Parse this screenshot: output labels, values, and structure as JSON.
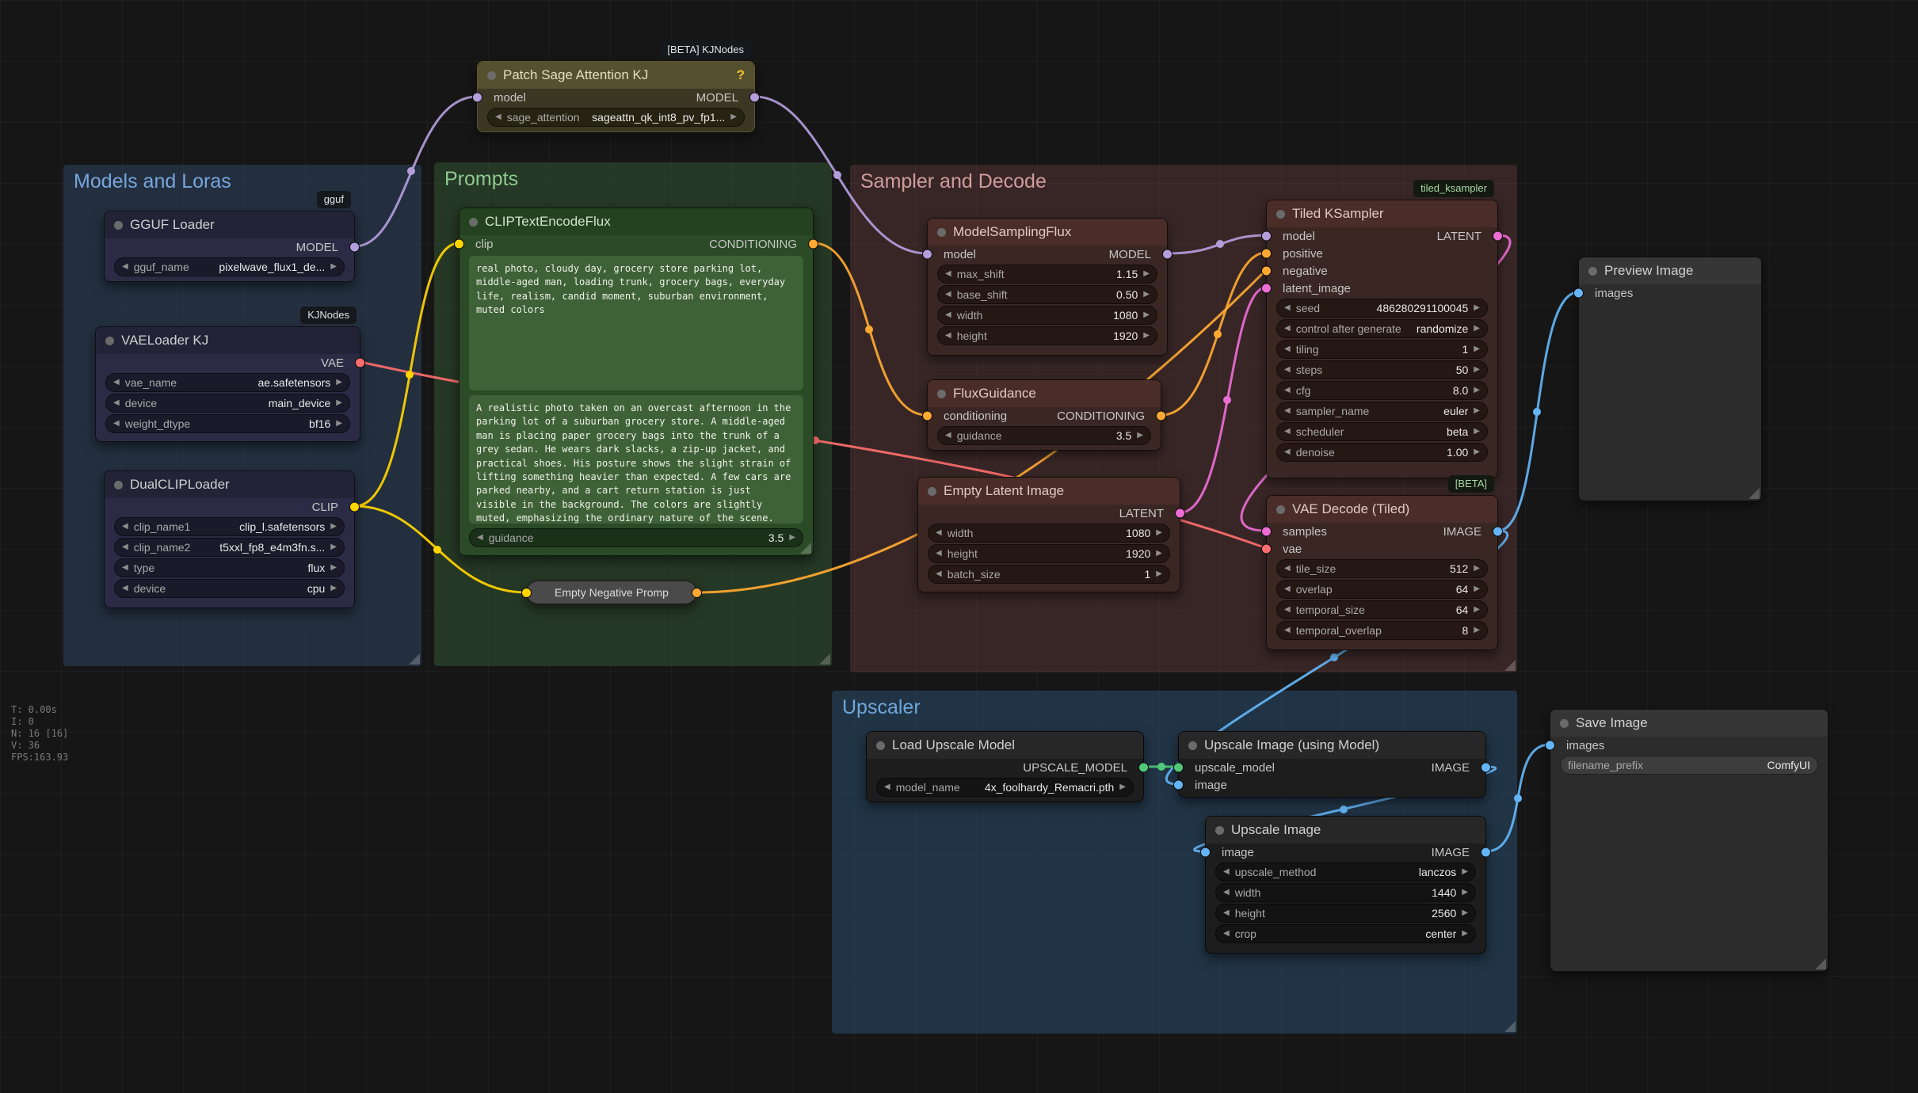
{
  "canvas": {
    "stats": {
      "t": "T: 0.00s",
      "i": "I: 0",
      "n": "N: 16 [16]",
      "v": "V: 36",
      "fps": "FPS:163.93"
    }
  },
  "icons": {
    "decrement": "◀",
    "increment": "▶",
    "help": "?"
  },
  "colors": {
    "model": "#b39ddb",
    "clip": "#ffd500",
    "vae": "#ff6e6e",
    "conditioning": "#ffa931",
    "latent": "#ec6dd4",
    "image": "#64b5f6",
    "upscale_model": "#50c878"
  },
  "groups": {
    "models": {
      "title": "Models and Loras"
    },
    "prompts": {
      "title": "Prompts"
    },
    "sampler": {
      "title": "Sampler and Decode"
    },
    "upscaler": {
      "title": "Upscaler"
    }
  },
  "nodes": {
    "patch_sage": {
      "badge": "[BETA] KJNodes",
      "title": "Patch Sage Attention KJ",
      "input": "model",
      "output": "MODEL",
      "widgets": {
        "sage_attention": {
          "label": "sage_attention",
          "value": "sageattn_qk_int8_pv_fp1..."
        }
      }
    },
    "gguf_loader": {
      "badge": "gguf",
      "title": "GGUF Loader",
      "output": "MODEL",
      "widgets": {
        "gguf_name": {
          "label": "gguf_name",
          "value": "pixelwave_flux1_de..."
        }
      }
    },
    "vae_loader": {
      "badge": "KJNodes",
      "title": "VAELoader KJ",
      "output": "VAE",
      "widgets": {
        "vae_name": {
          "label": "vae_name",
          "value": "ae.safetensors"
        },
        "device": {
          "label": "device",
          "value": "main_device"
        },
        "weight_dtype": {
          "label": "weight_dtype",
          "value": "bf16"
        }
      }
    },
    "dual_clip_loader": {
      "title": "DualCLIPLoader",
      "output": "CLIP",
      "widgets": {
        "clip_name1": {
          "label": "clip_name1",
          "value": "clip_l.safetensors"
        },
        "clip_name2": {
          "label": "clip_name2",
          "value": "t5xxl_fp8_e4m3fn.s..."
        },
        "type": {
          "label": "type",
          "value": "flux"
        },
        "device": {
          "label": "device",
          "value": "cpu"
        }
      }
    },
    "clip_text_encode": {
      "title": "CLIPTextEncodeFlux",
      "input": "clip",
      "output": "CONDITIONING",
      "clip_l_text": "real photo, cloudy day, grocery store parking lot, middle-aged man, loading trunk, grocery bags, everyday life, realism, candid moment, suburban environment, muted colors",
      "t5xxl_text": "A realistic photo taken on an overcast afternoon in the parking lot of a suburban grocery store. A middle-aged man is placing paper grocery bags into the trunk of a grey sedan. He wears dark slacks, a zip-up jacket, and practical shoes. His posture shows the slight strain of lifting something heavier than expected. A few cars are parked nearby, and a cart return station is just visible in the background. The colors are slightly muted, emphasizing the ordinary nature of the scene.",
      "widgets": {
        "guidance": {
          "label": "guidance",
          "value": "3.5"
        }
      }
    },
    "empty_negative": {
      "title": "Empty Negative Promp"
    },
    "model_sampling_flux": {
      "title": "ModelSamplingFlux",
      "input": "model",
      "output": "MODEL",
      "widgets": {
        "max_shift": {
          "label": "max_shift",
          "value": "1.15"
        },
        "base_shift": {
          "label": "base_shift",
          "value": "0.50"
        },
        "width": {
          "label": "width",
          "value": "1080"
        },
        "height": {
          "label": "height",
          "value": "1920"
        }
      }
    },
    "flux_guidance": {
      "title": "FluxGuidance",
      "input": "conditioning",
      "output": "CONDITIONING",
      "widgets": {
        "guidance": {
          "label": "guidance",
          "value": "3.5"
        }
      }
    },
    "empty_latent": {
      "title": "Empty Latent Image",
      "output": "LATENT",
      "widgets": {
        "width": {
          "label": "width",
          "value": "1080"
        },
        "height": {
          "label": "height",
          "value": "1920"
        },
        "batch_size": {
          "label": "batch_size",
          "value": "1"
        }
      }
    },
    "tiled_ksampler": {
      "badge": "tiled_ksampler",
      "title": "Tiled KSampler",
      "inputs": {
        "model": "model",
        "positive": "positive",
        "negative": "negative",
        "latent_image": "latent_image"
      },
      "output": "LATENT",
      "widgets": {
        "seed": {
          "label": "seed",
          "value": "486280291100045"
        },
        "control_after_generate": {
          "label": "control after generate",
          "value": "randomize"
        },
        "tiling": {
          "label": "tiling",
          "value": "1"
        },
        "steps": {
          "label": "steps",
          "value": "50"
        },
        "cfg": {
          "label": "cfg",
          "value": "8.0"
        },
        "sampler_name": {
          "label": "sampler_name",
          "value": "euler"
        },
        "scheduler": {
          "label": "scheduler",
          "value": "beta"
        },
        "denoise": {
          "label": "denoise",
          "value": "1.00"
        }
      }
    },
    "vae_decode": {
      "badge": "[BETA]",
      "title": "VAE Decode (Tiled)",
      "inputs": {
        "samples": "samples",
        "vae": "vae"
      },
      "output": "IMAGE",
      "widgets": {
        "tile_size": {
          "label": "tile_size",
          "value": "512"
        },
        "overlap": {
          "label": "overlap",
          "value": "64"
        },
        "temporal_size": {
          "label": "temporal_size",
          "value": "64"
        },
        "temporal_overlap": {
          "label": "temporal_overlap",
          "value": "8"
        }
      }
    },
    "preview_image": {
      "title": "Preview Image",
      "input": "images"
    },
    "load_upscale_model": {
      "title": "Load Upscale Model",
      "output": "UPSCALE_MODEL",
      "widgets": {
        "model_name": {
          "label": "model_name",
          "value": "4x_foolhardy_Remacri.pth"
        }
      }
    },
    "upscale_with_model": {
      "title": "Upscale Image (using Model)",
      "inputs": {
        "upscale_model": "upscale_model",
        "image": "image"
      },
      "output": "IMAGE"
    },
    "upscale_image": {
      "title": "Upscale Image",
      "input": "image",
      "output": "IMAGE",
      "widgets": {
        "upscale_method": {
          "label": "upscale_method",
          "value": "lanczos"
        },
        "width": {
          "label": "width",
          "value": "1440"
        },
        "height": {
          "label": "height",
          "value": "2560"
        },
        "crop": {
          "label": "crop",
          "value": "center"
        }
      }
    },
    "save_image": {
      "title": "Save Image",
      "input": "images",
      "widgets": {
        "filename_prefix": {
          "label": "filename_prefix",
          "value": "ComfyUI"
        }
      }
    }
  }
}
